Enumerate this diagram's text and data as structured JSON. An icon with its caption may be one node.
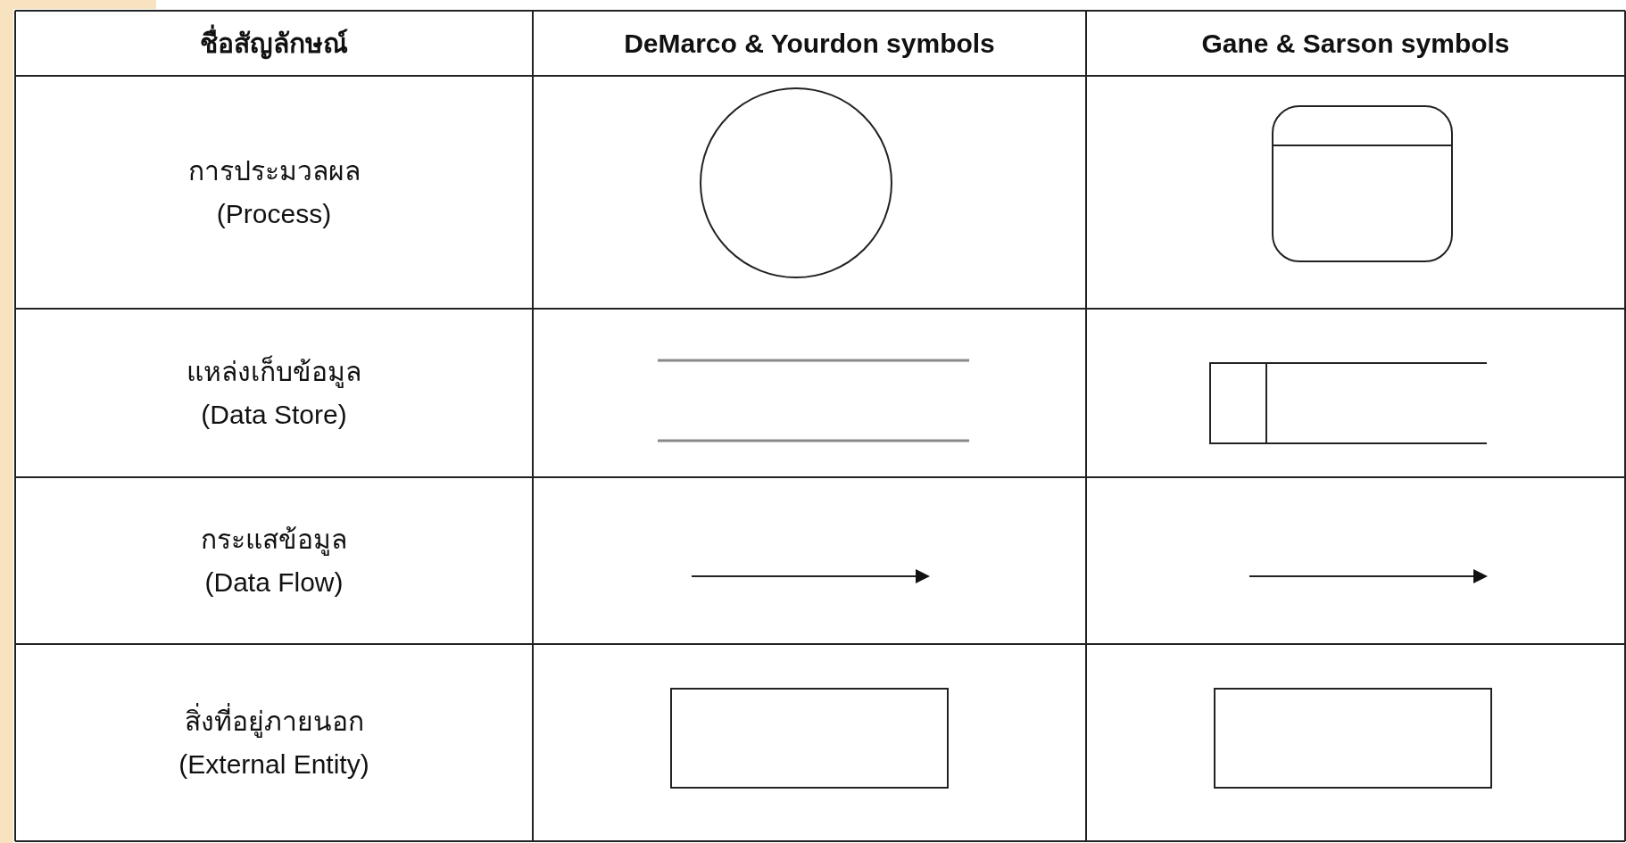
{
  "diagram": {
    "nodes": [
      {
        "text": [],
        "shape": "circle"
      },
      {
        "text": [],
        "shape": "box"
      },
      {
        "text": [],
        "shape": "box"
      },
      {
        "text": [],
        "shape": "box"
      }
    ],
    "labels": [
      "ชื่อสัญลักษณ์",
      "DeMarco & Yourdon symbols",
      "Gane & Sarson symbols",
      "การประมวลผล (Process)",
      "แหล่งเก็บข้อมูล (Data Store)",
      "กระแสข้อมูล (Data Flow)",
      "สิ่งที่อยู่ภายนอก (External Entity)"
    ]
  }
}
